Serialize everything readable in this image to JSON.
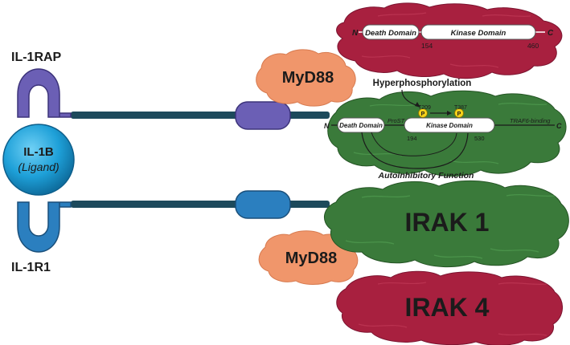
{
  "receptors": {
    "accessory": "IL-1RAP",
    "primary": "IL-1R1"
  },
  "ligand": {
    "name": "IL-1B",
    "sub": "(Ligand)"
  },
  "adaptor": {
    "top_label": "MyD88",
    "bottom_label": "MyD88"
  },
  "kinases": {
    "irak1": "IRAK 1",
    "irak4": "IRAK 4"
  },
  "irak4_domains": {
    "n_term": "N",
    "c_term": "C",
    "death_domain": "Death Domain",
    "kinase_domain": "Kinase Domain",
    "pos_start": "154",
    "pos_end": "460"
  },
  "irak1_domains": {
    "n_term": "N",
    "c_term": "C",
    "death_domain": "Death Domain",
    "pro_st": "ProST",
    "kinase_domain": "Kinase Domain",
    "traf6": "TRAF6-binding",
    "pos_start": "194",
    "pos_end": "530",
    "t209": "T209",
    "t387": "T387",
    "p": "P"
  },
  "annotations": {
    "hyper": "Hyperphosphorylation",
    "autoinhibit": "Autoinhibitory Function"
  },
  "colors": {
    "crimson": "#a8203f",
    "green": "#3a7a3a",
    "salmon": "#f0966b",
    "purple": "#6b5fb5",
    "blue": "#2b7fbf",
    "shaft": "#1d4a5c"
  }
}
